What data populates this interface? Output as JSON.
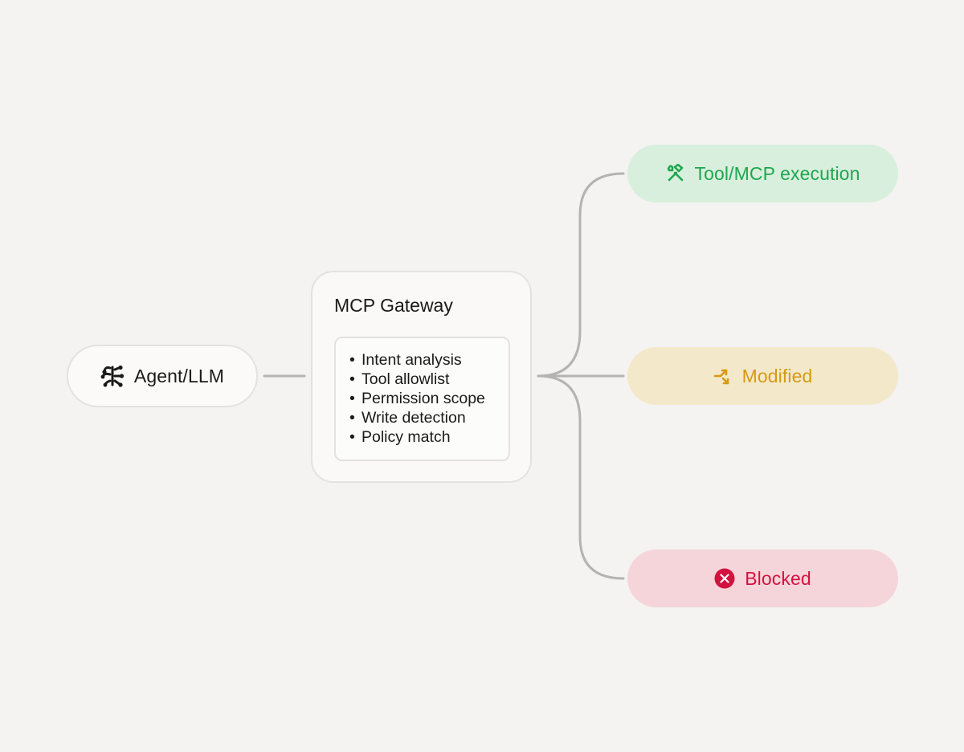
{
  "agent": {
    "label": "Agent/LLM",
    "icon": "brain-icon"
  },
  "gateway": {
    "title": "MCP Gateway",
    "checks": [
      "Intent analysis",
      "Tool allowlist",
      "Permission scope",
      "Write detection",
      "Policy match"
    ]
  },
  "outcomes": [
    {
      "label": "Tool/MCP execution",
      "icon": "tools-icon",
      "color": "#1fa64f",
      "background": "#d8efdd"
    },
    {
      "label": "Modified",
      "icon": "merge-arrow-icon",
      "color": "#d69a12",
      "background": "#f4e8cb"
    },
    {
      "label": "Blocked",
      "icon": "x-circle-icon",
      "color": "#d3123f",
      "background": "#f5d5da"
    }
  ],
  "colors": {
    "background": "#f4f3f1",
    "connector": "#b4b3b1",
    "text": "#1a1a1a"
  }
}
